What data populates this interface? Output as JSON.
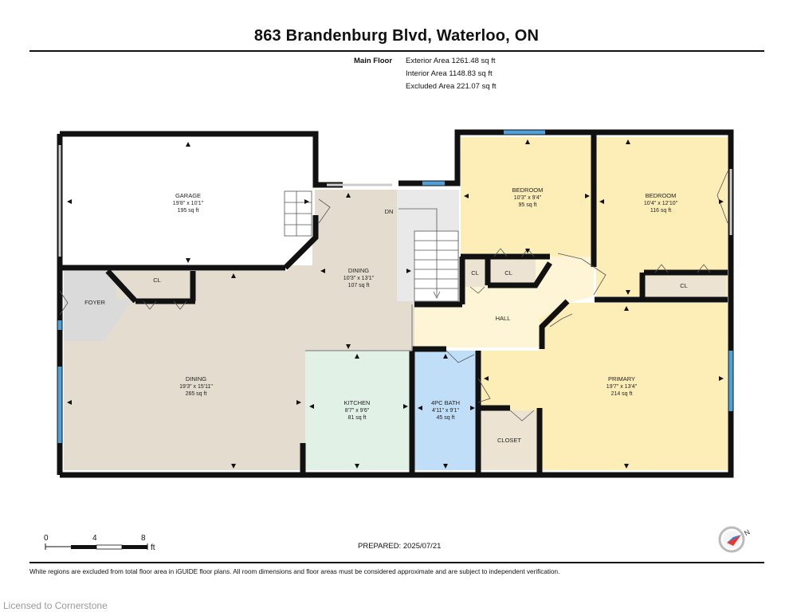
{
  "header": {
    "title": "863 Brandenburg Blvd, Waterloo, ON"
  },
  "floor_info": {
    "floor_name": "Main Floor",
    "exterior_area": "Exterior Area 1261.48 sq ft",
    "interior_area": "Interior Area 1148.83 sq ft",
    "excluded_area": "Excluded Area 221.07 sq ft"
  },
  "rooms": {
    "garage": {
      "name": "GARAGE",
      "dims": "19'8\" x 10'1\"",
      "area": "195 sq ft"
    },
    "dining_upper": {
      "name": "DINING",
      "dims": "10'3\" x 13'1\"",
      "area": "107 sq ft"
    },
    "bedroom1": {
      "name": "BEDROOM",
      "dims": "10'3\" x 9'4\"",
      "area": "95 sq ft"
    },
    "bedroom2": {
      "name": "BEDROOM",
      "dims": "10'4\" x 12'10\"",
      "area": "116 sq ft"
    },
    "dining_main": {
      "name": "DINING",
      "dims": "19'3\" x 15'11\"",
      "area": "265 sq ft"
    },
    "kitchen": {
      "name": "KITCHEN",
      "dims": "8'7\" x 9'6\"",
      "area": "81 sq ft"
    },
    "bath": {
      "name": "4PC BATH",
      "dims": "4'11\" x 9'1\"",
      "area": "45 sq ft"
    },
    "primary": {
      "name": "PRIMARY",
      "dims": "19'7\" x 13'4\"",
      "area": "214 sq ft"
    },
    "foyer": {
      "name": "FOYER"
    },
    "hall": {
      "name": "HALL"
    },
    "closet": {
      "name": "CLOSET"
    },
    "cl_foyer": {
      "name": "CL"
    },
    "cl_hall_a": {
      "name": "CL"
    },
    "cl_hall_b": {
      "name": "CL"
    },
    "cl_bed2": {
      "name": "CL"
    },
    "stairs_label": "DN"
  },
  "colors": {
    "dining": "#e4dccf",
    "garage": "#ffffff",
    "bedroom": "#fdeeb8",
    "kitchen": "#e1f1e5",
    "bath": "#c0def8",
    "hall": "#fdf5d6",
    "closet": "#ede3d3",
    "foyer": "#dadada",
    "wall": "#111111",
    "window": "#4f9fd9"
  },
  "scale": {
    "t0": "0",
    "t4": "4",
    "t8": "8",
    "unit": "ft"
  },
  "prepared": "PREPARED: 2025/07/21",
  "footnote": "White regions are excluded from total floor area in iGUIDE floor plans. All room dimensions and floor areas must be considered approximate and are subject to independent verification.",
  "license": "Licensed to Cornerstone"
}
